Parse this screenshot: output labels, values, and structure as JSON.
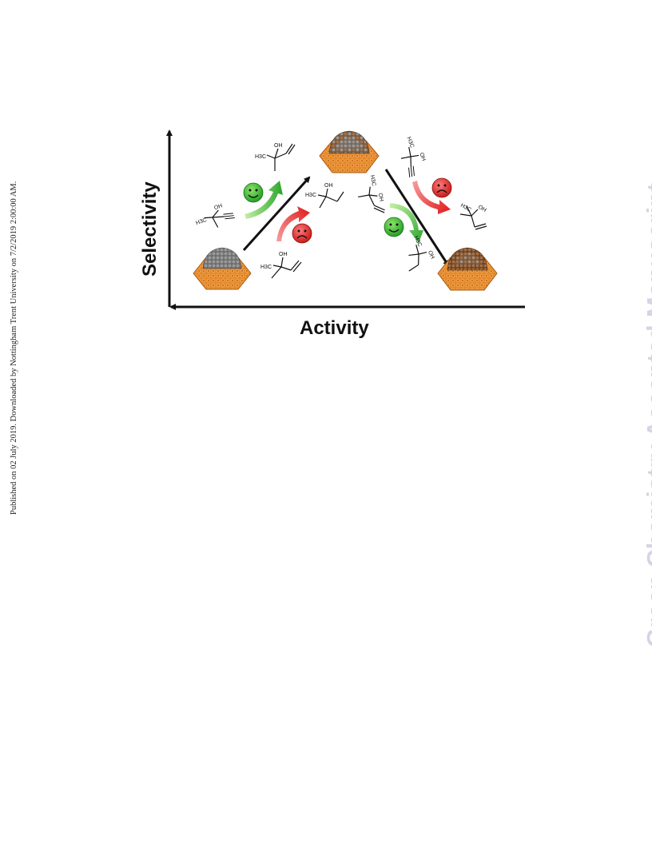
{
  "page": {
    "sidebar_note": "Published on 02 July 2019. Downloaded by Nottingham Trent University on 7/2/2019 2:00:00 AM.",
    "watermark": "Green Chemistry Accepted Manuscript"
  },
  "figure": {
    "y_axis_label": "Selectivity",
    "x_axis_label": "Activity",
    "chem_labels": {
      "methyl": "H3C",
      "hydroxyl": "OH"
    },
    "colors": {
      "shell": "#e0872b",
      "shell_dark": "#a85a16",
      "core_grey": "#7d7d7d",
      "core_brown": "#8a5a34",
      "happy": "#3cb83a",
      "sad": "#e03232",
      "arrow": "#111111"
    },
    "faces": [
      "happy-face",
      "sad-face",
      "happy-face",
      "sad-face"
    ]
  }
}
